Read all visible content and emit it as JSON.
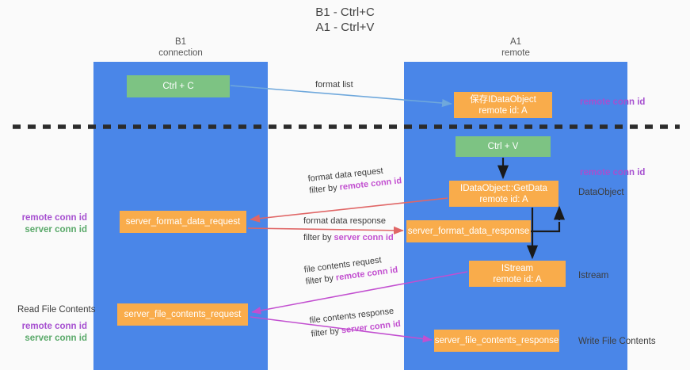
{
  "title": "B1 - Ctrl+C\nA1 - Ctrl+V",
  "columns": {
    "left": {
      "name": "B1",
      "role": "connection"
    },
    "right": {
      "name": "A1",
      "role": "remote"
    }
  },
  "nodes": {
    "ctrl_c": {
      "label": "Ctrl + C",
      "color": "#7dc383",
      "column": "B1"
    },
    "idataobject": {
      "line1": "保存IDataObject",
      "line2": "remote id: A",
      "color": "#f9ac4b",
      "column": "A1"
    },
    "ctrl_v": {
      "label": "Ctrl + V",
      "color": "#7dc383",
      "column": "A1"
    },
    "getdata": {
      "line1": "IDataObject::GetData",
      "line2": "remote id: A",
      "color": "#f9ac4b",
      "column": "A1"
    },
    "server_format_data_request": {
      "label": "server_format_data_request",
      "color": "#f9ac4b",
      "column": "B1"
    },
    "server_format_data_response": {
      "label": "server_format_data_response",
      "color": "#f9ac4b",
      "column": "A1"
    },
    "istream": {
      "line1": "IStream",
      "line2": "remote id: A",
      "color": "#f9ac4b",
      "column": "A1"
    },
    "server_file_contents_request": {
      "label": "server_file_contents_request",
      "color": "#f9ac4b",
      "column": "B1"
    },
    "server_file_contents_response": {
      "label": "server_file_contents_response",
      "color": "#f9ac4b",
      "column": "A1"
    }
  },
  "edges": {
    "format_list": {
      "label": "format list",
      "color": "#6fa8dc"
    },
    "format_data_request": {
      "line1": "format data request",
      "line2_prefix": "filter by ",
      "line2_key": "remote conn id",
      "color": "#e06666"
    },
    "format_data_response": {
      "line1": "format data response",
      "line2_prefix": "filter by ",
      "line2_key": "server conn id",
      "color": "#e06666"
    },
    "file_contents_request": {
      "line1": "file contents request",
      "line2_prefix": "filter by ",
      "line2_key": "remote conn id",
      "color": "#c24fd0"
    },
    "file_contents_response": {
      "line1": "file contents response",
      "line2_prefix": "filter by ",
      "line2_key": "server conn id",
      "color": "#c24fd0"
    }
  },
  "annotations": {
    "remote_conn_id_top": "remote conn id",
    "remote_conn_id_mid": "remote conn id",
    "dataobject": "DataObject",
    "istream": "Istream",
    "write_file_contents": "Write File Contents",
    "read_file_contents": "Read File Contents",
    "remote_conn_id_left_1": "remote conn id",
    "server_conn_id_left_1": "server conn id",
    "remote_conn_id_left_2": "remote conn id",
    "server_conn_id_left_2": "server conn id"
  },
  "colors": {
    "band": "#4a86e8",
    "green_node": "#7dc383",
    "orange_node": "#f9ac4b",
    "purple_text": "#a64fd0",
    "green_text": "#5aa96a",
    "red_arrow": "#e06666",
    "blue_arrow": "#6fa8dc",
    "magenta_arrow": "#c24fd0",
    "divider": "#2b2b2b",
    "background": "#fafafa"
  }
}
